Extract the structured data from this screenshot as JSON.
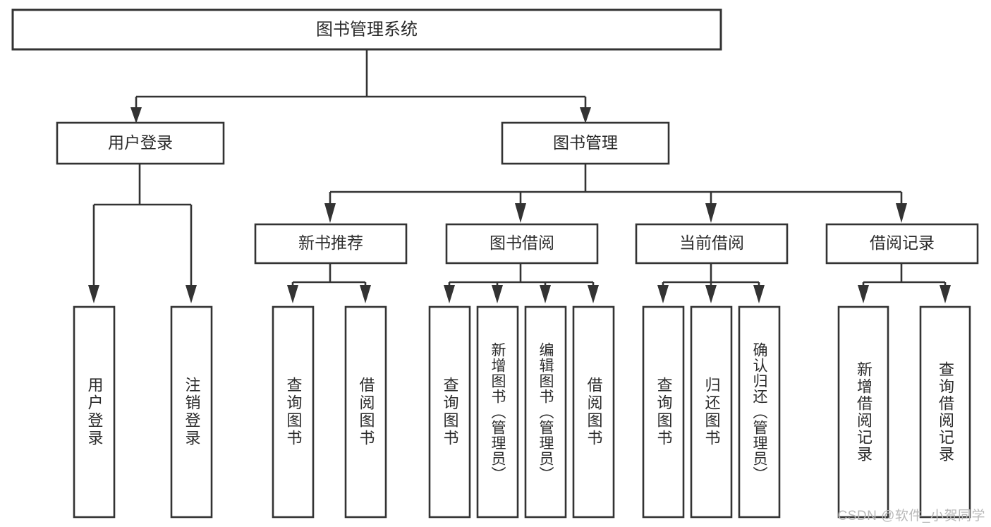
{
  "diagram": {
    "title": "图书管理系统",
    "type": "tree-hierarchy",
    "root": {
      "id": "root",
      "label": "图书管理系统",
      "orientation": "horizontal"
    },
    "level2": [
      {
        "id": "user-login",
        "label": "用户登录",
        "orientation": "horizontal"
      },
      {
        "id": "book-manage",
        "label": "图书管理",
        "orientation": "horizontal"
      }
    ],
    "level3": [
      {
        "id": "new-book-recommend",
        "label": "新书推荐",
        "parent": "book-manage",
        "orientation": "horizontal"
      },
      {
        "id": "book-borrow",
        "label": "图书借阅",
        "parent": "book-manage",
        "orientation": "horizontal"
      },
      {
        "id": "current-borrow",
        "label": "当前借阅",
        "parent": "book-manage",
        "orientation": "horizontal"
      },
      {
        "id": "borrow-record",
        "label": "借阅记录",
        "parent": "book-manage",
        "orientation": "horizontal"
      }
    ],
    "leaves": [
      {
        "id": "leaf-user-login",
        "label": "用户登录",
        "parent": "user-login",
        "orientation": "vertical"
      },
      {
        "id": "leaf-logout",
        "label": "注销登录",
        "parent": "user-login",
        "orientation": "vertical"
      },
      {
        "id": "leaf-query-book-1",
        "label": "查询图书",
        "parent": "new-book-recommend",
        "orientation": "vertical"
      },
      {
        "id": "leaf-borrow-book-1",
        "label": "借阅图书",
        "parent": "new-book-recommend",
        "orientation": "vertical"
      },
      {
        "id": "leaf-query-book-2",
        "label": "查询图书",
        "parent": "book-borrow",
        "orientation": "vertical"
      },
      {
        "id": "leaf-add-book",
        "label": "新增图书（管理员）",
        "parent": "book-borrow",
        "orientation": "vertical"
      },
      {
        "id": "leaf-edit-book",
        "label": "编辑图书（管理员）",
        "parent": "book-borrow",
        "orientation": "vertical"
      },
      {
        "id": "leaf-borrow-book-2",
        "label": "借阅图书",
        "parent": "book-borrow",
        "orientation": "vertical"
      },
      {
        "id": "leaf-query-book-3",
        "label": "查询图书",
        "parent": "current-borrow",
        "orientation": "vertical"
      },
      {
        "id": "leaf-return-book",
        "label": "归还图书",
        "parent": "current-borrow",
        "orientation": "vertical"
      },
      {
        "id": "leaf-confirm-return",
        "label": "确认归还（管理员）",
        "parent": "current-borrow",
        "orientation": "vertical"
      },
      {
        "id": "leaf-add-record",
        "label": "新增借阅记录",
        "parent": "borrow-record",
        "orientation": "vertical"
      },
      {
        "id": "leaf-query-record",
        "label": "查询借阅记录",
        "parent": "borrow-record",
        "orientation": "vertical"
      }
    ],
    "colors": {
      "box_stroke": "#333333",
      "box_fill": "#ffffff",
      "text": "#2b2b2b",
      "background": "#ffffff",
      "watermark": "#b9b9b9"
    }
  },
  "watermark": {
    "text": "CSDN @软件_小贺同学"
  }
}
